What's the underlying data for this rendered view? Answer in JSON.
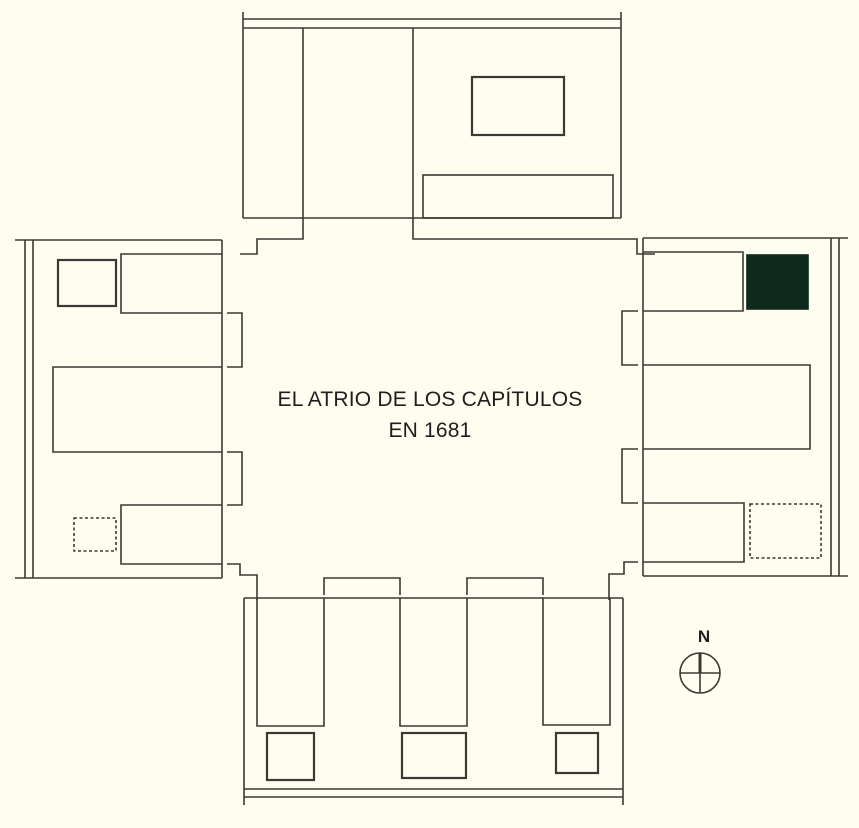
{
  "title": {
    "line1": "EL ATRIO DE LOS CAPÍTULOS",
    "line2": "EN 1681"
  },
  "compass": {
    "label": "N",
    "icon": "north-arrow-icon"
  },
  "colors": {
    "background": "#fffdf0",
    "line": "#3a3a34",
    "filled_block": "#10291f"
  },
  "wings": [
    {
      "name": "north-wing"
    },
    {
      "name": "west-wing"
    },
    {
      "name": "east-wing"
    },
    {
      "name": "south-wing"
    }
  ],
  "markers": [
    {
      "wing": "north",
      "type": "solid-outline"
    },
    {
      "wing": "west",
      "position": "top",
      "type": "solid-outline"
    },
    {
      "wing": "west",
      "position": "bottom",
      "type": "dashed-outline"
    },
    {
      "wing": "east",
      "position": "top",
      "type": "filled"
    },
    {
      "wing": "east",
      "position": "bottom",
      "type": "dashed-outline"
    },
    {
      "wing": "south",
      "position": "left",
      "type": "solid-outline"
    },
    {
      "wing": "south",
      "position": "center",
      "type": "solid-outline"
    },
    {
      "wing": "south",
      "position": "right",
      "type": "solid-outline"
    }
  ]
}
